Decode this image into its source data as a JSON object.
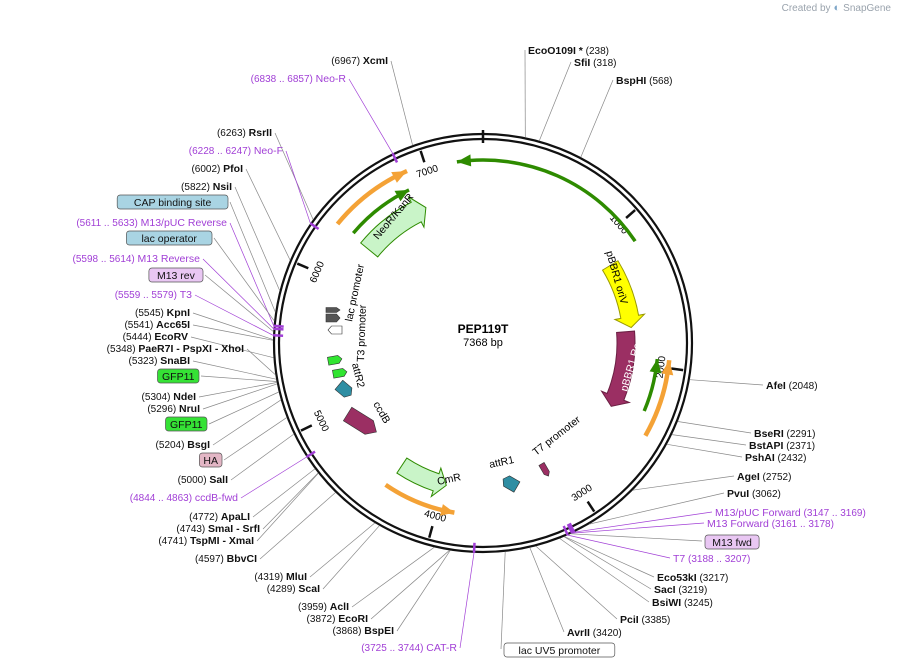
{
  "credit": {
    "prefix": "Created by",
    "brand": "SnapGene"
  },
  "plasmid": {
    "name": "PEP119T",
    "length": "7368 bp"
  },
  "ticks": [
    "1000",
    "2000",
    "3000",
    "4000",
    "5000",
    "6000",
    "7000"
  ],
  "features": {
    "neo_kanr": "NeoR/KanR",
    "pbbr1_oriv": "pBBR1 oriV",
    "pbbr1_rep": "pBBR1 Rep",
    "cmr": "CmR",
    "ccdb": "ccdB",
    "attr1": "attR1",
    "attr2": "attR2",
    "t7_promoter": "T7 promoter",
    "t3_promoter": "T3 promoter",
    "lac_promoter": "lac promoter"
  },
  "sites_left": [
    {
      "pos": "(6967)",
      "name": "XcmI"
    },
    {
      "range": "(6838 .. 6857)",
      "name": "Neo-R",
      "primer": true
    },
    {
      "pos": "(6263)",
      "name": "RsrII"
    },
    {
      "range": "(6228 .. 6247)",
      "name": "Neo-F",
      "primer": true
    },
    {
      "pos": "(6002)",
      "name": "PfoI"
    },
    {
      "pos": "(5822)",
      "name": "NsiI"
    },
    {
      "box": "CAP binding site",
      "boxType": "blue"
    },
    {
      "range": "(5611 .. 5633)",
      "name": "M13/pUC Reverse",
      "primer": true
    },
    {
      "box": "lac operator",
      "boxType": "blue"
    },
    {
      "range": "(5598 .. 5614)",
      "name": "M13 Reverse",
      "primer": true
    },
    {
      "box": "M13 rev",
      "boxType": "purple"
    },
    {
      "range": "(5559 .. 5579)",
      "name": "T3",
      "primer": true
    },
    {
      "pos": "(5545)",
      "name": "KpnI"
    },
    {
      "pos": "(5541)",
      "name": "Acc65I"
    },
    {
      "pos": "(5444)",
      "name": "EcoRV"
    },
    {
      "pos": "(5348)",
      "name": "PaeR7I",
      "extra": [
        "- PspXI",
        "- XhoI"
      ]
    },
    {
      "pos": "(5323)",
      "name": "SnaBI"
    },
    {
      "box": "GFP11",
      "boxType": "green"
    },
    {
      "pos": "(5304)",
      "name": "NdeI"
    },
    {
      "pos": "(5296)",
      "name": "NruI"
    },
    {
      "box": "GFP11",
      "boxType": "green"
    },
    {
      "pos": "(5204)",
      "name": "BsgI"
    },
    {
      "box": "HA",
      "boxType": "pink"
    },
    {
      "pos": "(5000)",
      "name": "SalI"
    },
    {
      "range": "(4844 .. 4863)",
      "name": "ccdB-fwd",
      "primer": true
    },
    {
      "pos": "(4772)",
      "name": "ApaLI"
    },
    {
      "pos": "(4743)",
      "name": "SmaI",
      "extra": [
        "- SrfI"
      ]
    },
    {
      "pos": "(4741)",
      "name": "TspMI",
      "extra": [
        "- XmaI"
      ]
    },
    {
      "pos": "(4597)",
      "name": "BbvCI"
    },
    {
      "pos": "(4319)",
      "name": "MluI"
    },
    {
      "pos": "(4289)",
      "name": "ScaI"
    },
    {
      "pos": "(3959)",
      "name": "AclI"
    },
    {
      "pos": "(3872)",
      "name": "EcoRI"
    },
    {
      "pos": "(3868)",
      "name": "BspEI"
    },
    {
      "range": "(3725 .. 3744)",
      "name": "CAT-R",
      "primer": true
    }
  ],
  "sites_right": [
    {
      "name": "EcoO109I *",
      "pos": "(238)"
    },
    {
      "name": "SfiI",
      "pos": "(318)"
    },
    {
      "name": "BspHI",
      "pos": "(568)"
    },
    {
      "name": "AfeI",
      "pos": "(2048)"
    },
    {
      "name": "BseRI",
      "pos": "(2291)"
    },
    {
      "name": "BstAPI",
      "pos": "(2371)"
    },
    {
      "name": "PshAI",
      "pos": "(2432)"
    },
    {
      "name": "AgeI",
      "pos": "(2752)"
    },
    {
      "name": "PvuI",
      "pos": "(3062)"
    },
    {
      "name": "M13/pUC Forward",
      "range": "(3147 .. 3169)",
      "primer": true
    },
    {
      "name": "M13 Forward",
      "range": "(3161 .. 3178)",
      "primer": true
    },
    {
      "box": "M13 fwd",
      "boxType": "purple"
    },
    {
      "name": "T7",
      "range": "(3188 .. 3207)",
      "primer": true
    },
    {
      "name": "Eco53kI",
      "pos": "(3217)"
    },
    {
      "name": "SacI",
      "pos": "(3219)"
    },
    {
      "name": "BsiWI",
      "pos": "(3245)"
    },
    {
      "name": "PciI",
      "pos": "(3385)"
    },
    {
      "name": "AvrII",
      "pos": "(3420)"
    },
    {
      "box": "lac UV5 promoter",
      "boxType": "white"
    }
  ],
  "colors": {
    "primer": "#a13fd6",
    "orange": "#f4a236",
    "neo_fill": "#c9f4c8",
    "rep_fill": "#9b2f63",
    "orivfill": "#ffff00",
    "teal": "#2f8ea3",
    "green_bright": "#31e531",
    "box_blue": "#a9d4e3",
    "box_purple": "#e9c7f3",
    "box_green": "#35e235",
    "box_pink": "#e3b6c5"
  }
}
